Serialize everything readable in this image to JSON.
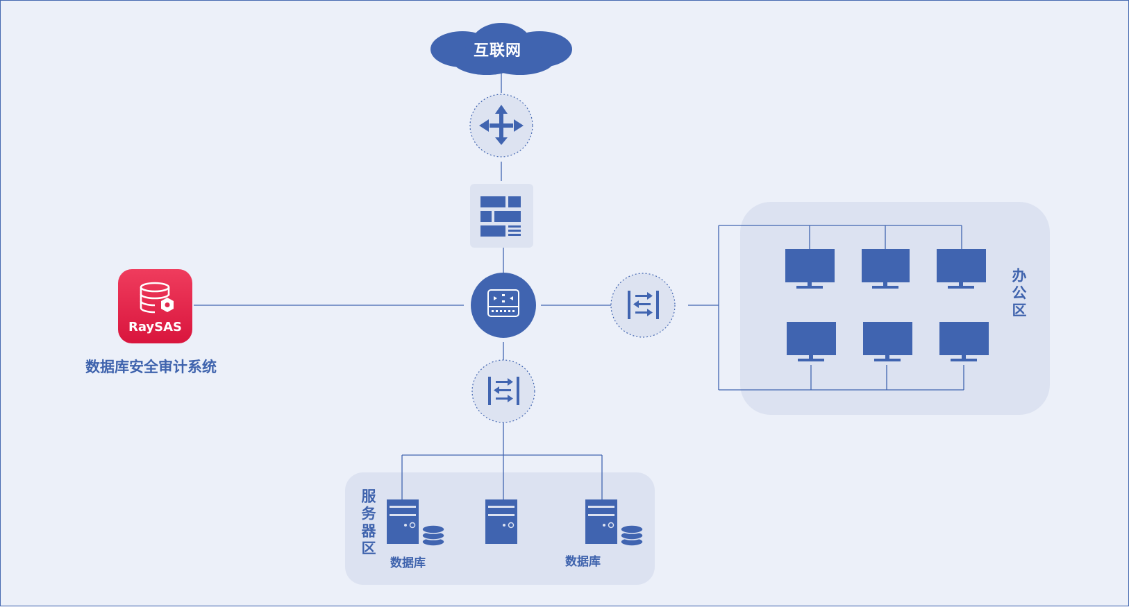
{
  "colors": {
    "primary": "#4064b0",
    "zone_fill": "#dce2f1",
    "light_fill": "#dde3f1",
    "raysas_red": "#e22a4e",
    "background": "#ecf0f9"
  },
  "nodes": {
    "internet": {
      "label": "互联网",
      "icon": "cloud-icon"
    },
    "router": {
      "icon": "router-arrows-icon"
    },
    "firewall": {
      "icon": "firewall-brick-icon"
    },
    "core_switch": {
      "icon": "core-switch-icon"
    },
    "office_switch": {
      "icon": "switch-icon"
    },
    "server_switch": {
      "icon": "switch-icon"
    },
    "raysas": {
      "logo_text": "RaySAS",
      "caption": "数据库安全审计系统",
      "icon": "database-shield-icon"
    }
  },
  "zones": {
    "office": {
      "label": "办公区",
      "icon": "monitor-icon",
      "monitor_count": 6
    },
    "server": {
      "label": "服务器区",
      "servers": [
        {
          "caption": "数据库",
          "has_database": true
        },
        {
          "caption": "",
          "has_database": false
        },
        {
          "caption": "数据库",
          "has_database": true
        }
      ]
    }
  }
}
